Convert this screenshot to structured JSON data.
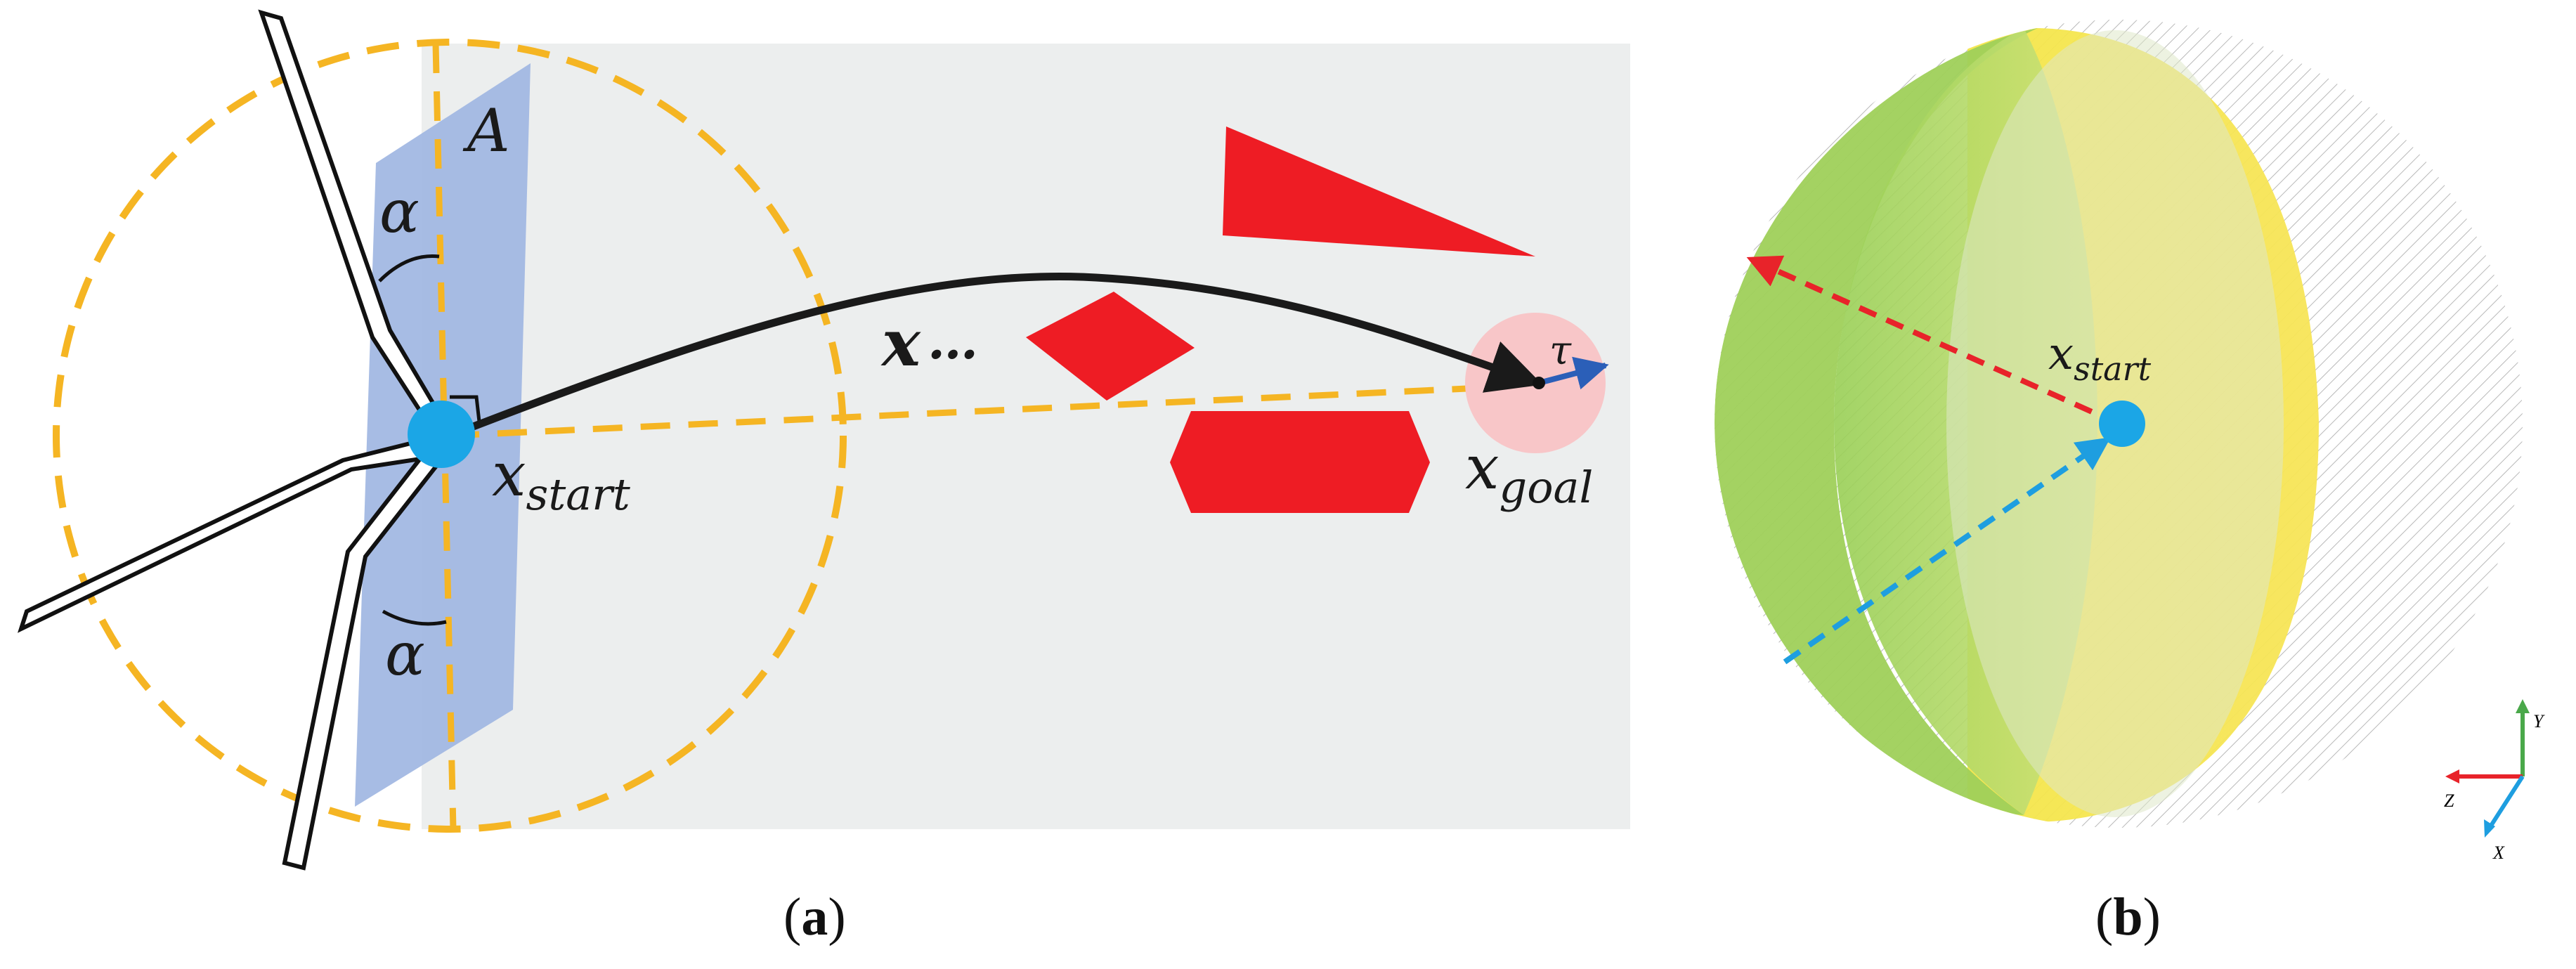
{
  "panel_a": {
    "label_A": "A",
    "label_alpha_top": "α",
    "label_alpha_bottom": "α",
    "label_x": "x",
    "label_dots": "…",
    "label_x_start_base": "x",
    "label_x_start_sub": "start",
    "label_x_goal_base": "x",
    "label_x_goal_sub": "goal",
    "label_tau": "τ",
    "caption_open": "(",
    "caption_letter": "a",
    "caption_close": ")"
  },
  "panel_b": {
    "label_x_start_base": "x",
    "label_x_start_sub": "start",
    "axis_y": "Y",
    "axis_z": "Z",
    "axis_x": "X",
    "caption_open": "(",
    "caption_letter": "b",
    "caption_close": ")"
  },
  "colors": {
    "obstacle": "#ee1c24",
    "node_blue": "#1ba6e6",
    "guide_orange": "#f5b523",
    "plane_blue": "#9fb6e2",
    "workspace_gray": "#eceeee",
    "goal_pink": "#f8c6c8",
    "sphere_green": "#a6d65c",
    "sphere_yellow": "#f6e84a",
    "arrow_red": "#e8232a",
    "arrow_blue": "#1e9ee0",
    "axis_green": "#4aa84a"
  }
}
